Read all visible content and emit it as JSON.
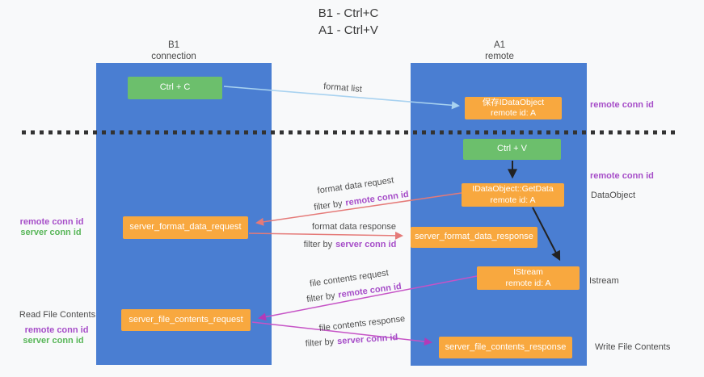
{
  "title": {
    "line1": "B1 - Ctrl+C",
    "line2": "A1 - Ctrl+V"
  },
  "columns": {
    "left": {
      "name": "B1",
      "role": "connection"
    },
    "right": {
      "name": "A1",
      "role": "remote"
    }
  },
  "boxes": {
    "ctrl_c": {
      "label": "Ctrl + C"
    },
    "save_ido": {
      "line1": "保存IDataObject",
      "line2": "remote id: A"
    },
    "ctrl_v": {
      "label": "Ctrl + V"
    },
    "getdata": {
      "line1": "IDataObject::GetData",
      "line2": "remote id: A"
    },
    "sfdreq": {
      "label": "server_format_data_request"
    },
    "sfdresp": {
      "label": "server_format_data_response"
    },
    "istream": {
      "line1": "IStream",
      "line2": "remote id: A"
    },
    "sfcreq": {
      "label": "server_file_contents_request"
    },
    "sfcresp": {
      "label": "server_file_contents_response"
    }
  },
  "arrows": {
    "format_list": {
      "label": "format list"
    },
    "format_data_request": {
      "label": "format data request",
      "filter_prefix": "filter by",
      "filter_value": "remote conn id"
    },
    "format_data_response": {
      "label": "format data response",
      "filter_prefix": "filter by",
      "filter_value": "server conn id"
    },
    "file_contents_request": {
      "label": "file contents request",
      "filter_prefix": "filter by",
      "filter_value": "remote conn id"
    },
    "file_contents_response": {
      "label": "file contents response",
      "filter_prefix": "filter by",
      "filter_value": "server conn id"
    }
  },
  "side_labels": {
    "right": {
      "remote_conn_id_top": "remote conn id",
      "remote_conn_id_mid": "remote conn id",
      "dataobject": "DataObject",
      "istream": "Istream",
      "write_file_contents": "Write File Contents"
    },
    "left": {
      "remote_conn_id_mid": "remote conn id",
      "server_conn_id_mid": "server conn id",
      "read_file_contents": "Read File Contents",
      "remote_conn_id_bottom": "remote conn id",
      "server_conn_id_bottom": "server conn id"
    }
  },
  "colors": {
    "column_blue": "#4a7ed2",
    "box_green": "#6cbf6c",
    "box_orange": "#f8a83f",
    "arrow_light_blue": "#a8d2f0",
    "arrow_red": "#e57a78",
    "arrow_magenta": "#c653c6",
    "arrow_black": "#222222",
    "dashed_line": "#333333",
    "label_purple": "#a64dc8",
    "label_green": "#58b658"
  }
}
